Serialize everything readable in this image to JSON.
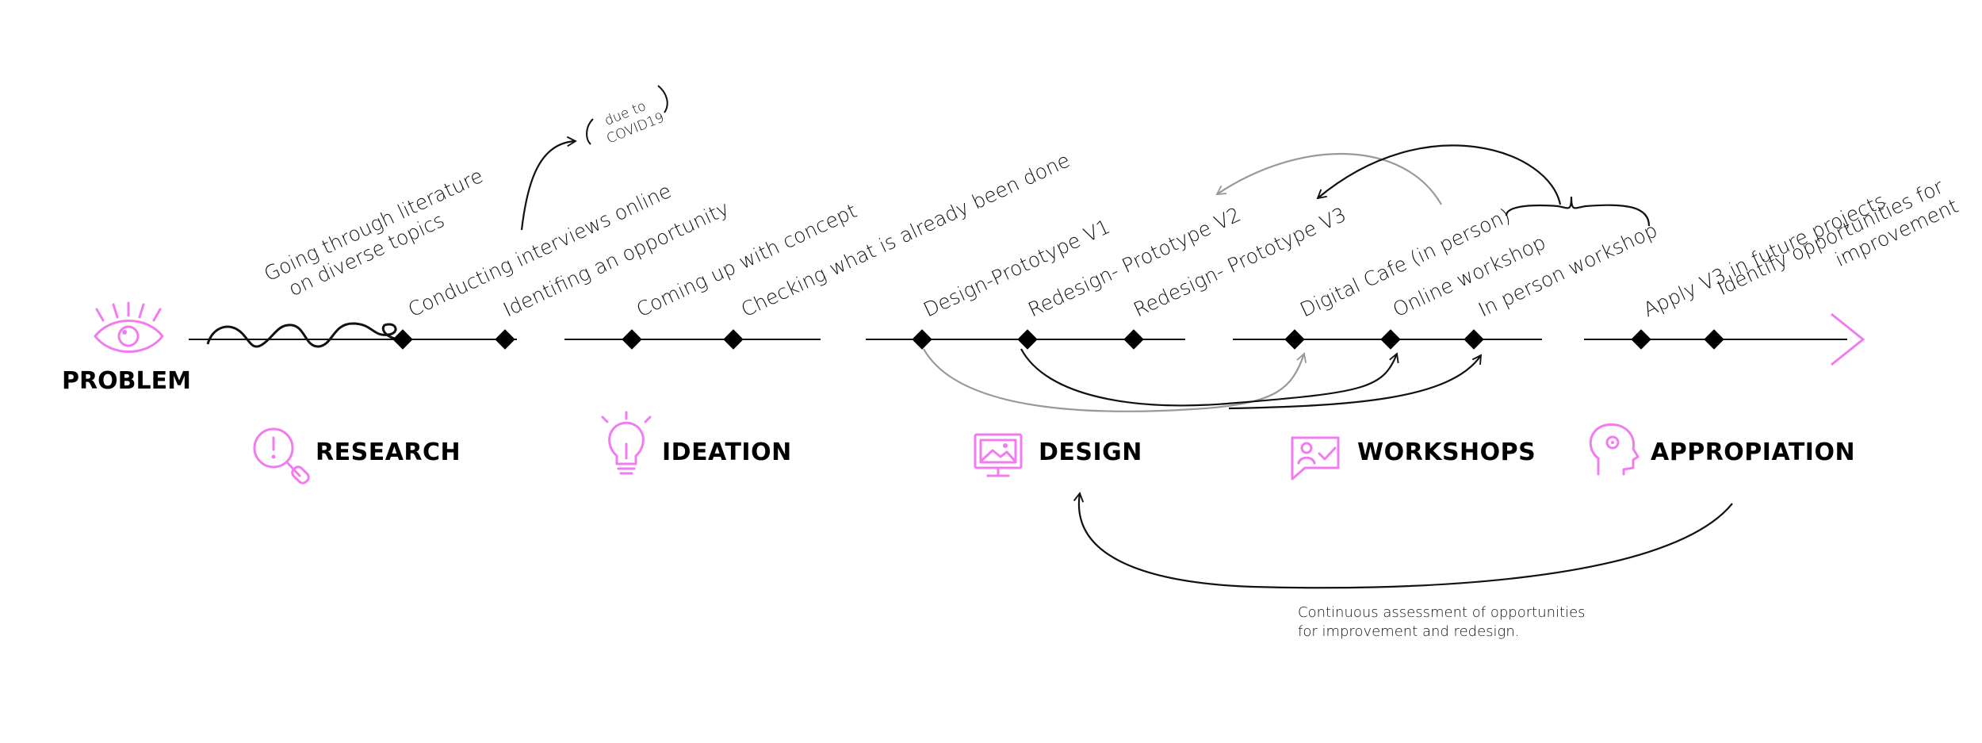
{
  "problem": {
    "label": "PROBLEM",
    "icon": "eye-icon"
  },
  "phases": [
    {
      "label": "RESEARCH",
      "icon": "magnifier-exclamation-icon"
    },
    {
      "label": "IDEATION",
      "icon": "lightbulb-icon"
    },
    {
      "label": "DESIGN",
      "icon": "monitor-image-icon"
    },
    {
      "label": "WORKSHOPS",
      "icon": "chat-user-check-icon"
    },
    {
      "label": "APPROPIATION",
      "icon": "head-gear-icon"
    }
  ],
  "milestones": [
    {
      "lines": [
        "Going through literature",
        "on diverse topics"
      ]
    },
    {
      "lines": [
        "Conducting  interviews online"
      ]
    },
    {
      "lines": [
        "Identifing an opportunity"
      ]
    },
    {
      "lines": [
        "Coming up with concept"
      ]
    },
    {
      "lines": [
        "Checking what is already been done"
      ]
    },
    {
      "lines": [
        "Design-Prototype V1"
      ]
    },
    {
      "lines": [
        "Redesign- Prototype V2"
      ]
    },
    {
      "lines": [
        "Redesign- Prototype V3"
      ]
    },
    {
      "lines": [
        "Digital Cafe (in person)"
      ]
    },
    {
      "lines": [
        "Online workshop"
      ]
    },
    {
      "lines": [
        "In person workshop"
      ]
    },
    {
      "lines": [
        "Apply V3 in future projects"
      ]
    },
    {
      "lines": [
        "Identify opportunities for",
        "improvement"
      ]
    }
  ],
  "covid_note": [
    "due to",
    "COVID19"
  ],
  "assessment_note": [
    "Continuous assessment of opportunities",
    "for improvement and redesign."
  ],
  "colors": {
    "accent": "#f07cf0",
    "line": "#111111",
    "grey_arrow": "#999999"
  }
}
